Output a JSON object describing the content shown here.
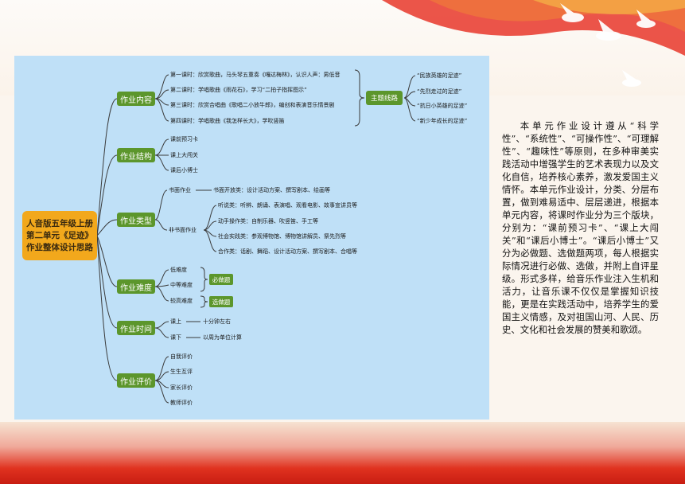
{
  "root": {
    "lines": [
      "人音版五年级上册",
      "第二单元《足迹》",
      "作业整体设计思路"
    ]
  },
  "branches": [
    {
      "label": "作业内容",
      "items": [
        "第一课时：欣赏歌曲，马头琴五重奏《嘎达梅林》，认识人声：男低音",
        "第二课时：学唱歌曲《雨花石》，学习“二拍子指挥图示”",
        "第三课时：欣赏合唱曲《歌唱二小放牛郎》，编创和表演音乐情景剧",
        "第四课时：学唱歌曲《我怎样长大》，学吹竖笛"
      ]
    },
    {
      "label": "作业结构",
      "items": [
        "课前预习卡",
        "课上大闯关",
        "课后小博士"
      ]
    },
    {
      "label": "作业类型",
      "items": []
    },
    {
      "label": "作业难度",
      "items": [
        "低难度",
        "中等难度",
        "较高难度"
      ]
    },
    {
      "label": "作业时间",
      "items": [
        "课上",
        "课下"
      ]
    },
    {
      "label": "作业评价",
      "items": [
        "自我评价",
        "生生互评",
        "家长评价",
        "教师评价"
      ]
    }
  ],
  "theme": {
    "label": "主题线路",
    "items": [
      "“民族英雄的足迹”",
      "“先烈走过的足迹”",
      "“抗日小英雄的足迹”",
      "“新少年成长的足迹”"
    ]
  },
  "types": {
    "written": {
      "label": "书面作业",
      "detail": "书面开放类：设计活动方案、撰写剧本、绘画等"
    },
    "nonwritten": {
      "label": "非书面作业",
      "items": [
        "听说类：听辨、朗诵、表演唱、观看电影、故事宣讲员等",
        "动手操作类：自制乐器、吹竖笛、手工等",
        "社会实践类：参观博物馆、博物馆讲解员、祭先烈等",
        "合作类：话剧、舞蹈、设计活动方案、撰写剧本、合唱等"
      ]
    }
  },
  "difficulty_tags": {
    "required": "必做题",
    "optional": "选做题"
  },
  "time_details": {
    "in_class": "十分钟左右",
    "after_class": "以周为单位计算"
  },
  "paragraph": "本单元作业设计遵从“科学性”、“系统性”、“可操作性”、“可理解性”、“趣味性”等原则，在多种审美实践活动中增强学生的艺术表现力以及文化自信，培养核心素养，激发爱国主义情怀。本单元作业设计，分类、分层布置，做到难易适中、层层递进，根据本单元内容，将课时作业分为三个版块，分别为：“课前预习卡”、“课上大闯关”和“课后小博士”。“课后小博士”又分为必做题、选做题两项，每人根据实际情况进行必做、选做，并附上自评星级。形式多样，给音乐作业注入生机和活力，让音乐课不仅仅是掌握知识技能，更是在实践活动中，培养学生的爱国主义情感，及对祖国山河、人民、历史、文化和社会发展的赞美和歌颂。",
  "colors": {
    "panel": "#bfe0f7",
    "node": "#5c962c",
    "root": "#f2a81c",
    "banner": "#d92b1c"
  }
}
